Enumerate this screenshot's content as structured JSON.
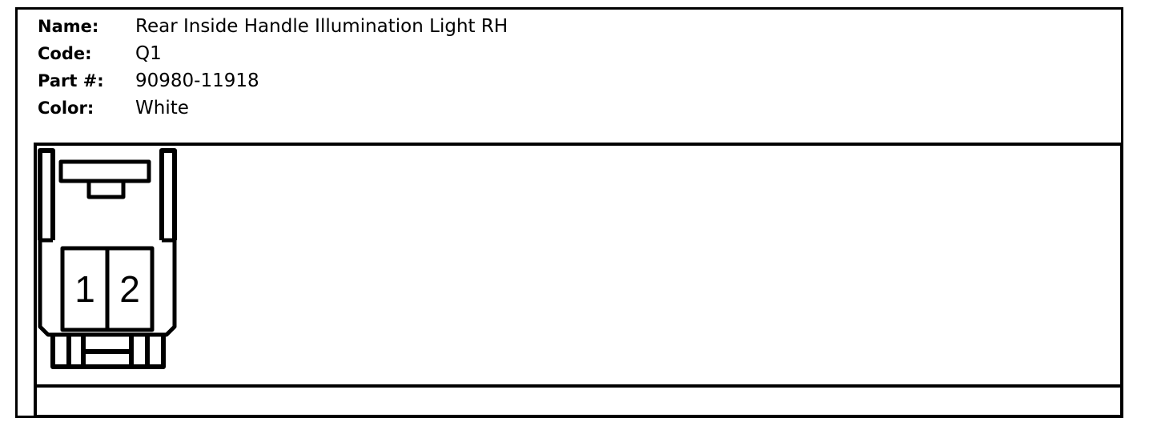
{
  "info": {
    "name_label": "Name:",
    "name_value": "Rear Inside Handle Illumination Light RH",
    "code_label": "Code:",
    "code_value": "Q1",
    "part_label": "Part #:",
    "part_value": "90980-11918",
    "color_label": "Color:",
    "color_value": "White"
  },
  "connector": {
    "pins": [
      "1",
      "2"
    ]
  }
}
